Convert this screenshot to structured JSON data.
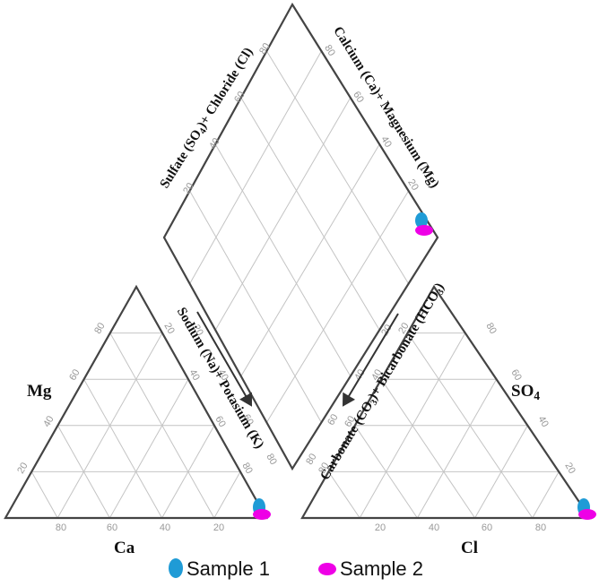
{
  "diagram": {
    "kind": "piper",
    "colors": {
      "frame": "#444444",
      "grid": "#c4c4c4",
      "arrow": "#333333",
      "sample1": "#1f9bd6",
      "sample2": "#ee00e6"
    },
    "ticks": [
      "20",
      "40",
      "60",
      "80"
    ],
    "diamond": {
      "upper_left_title": {
        "pre": "Sulfate (SO",
        "sub": "4",
        "post": ")+ Chloride (Cl)"
      },
      "upper_right_title": "Calcium (Ca)+ Magnesium (Mg)",
      "lower_left_title": "Sodium (Na)+ Potasium (K)",
      "lower_right_title": {
        "pre": "Carbonate (CO",
        "sub1": "3",
        "mid": ")+ Bicarbonate (HCO",
        "sub2": "3",
        "post": ")"
      }
    },
    "cation_triangle": {
      "left_label": "Mg",
      "bottom_label": "Ca"
    },
    "anion_triangle": {
      "right_label": {
        "pre": "SO",
        "sub": "4"
      },
      "bottom_label": "Cl"
    }
  },
  "legend": [
    {
      "label": "Sample 1",
      "marker": "ellipse",
      "color": "#1f9bd6"
    },
    {
      "label": "Sample 2",
      "marker": "ellipse",
      "color": "#ee00e6"
    }
  ]
}
